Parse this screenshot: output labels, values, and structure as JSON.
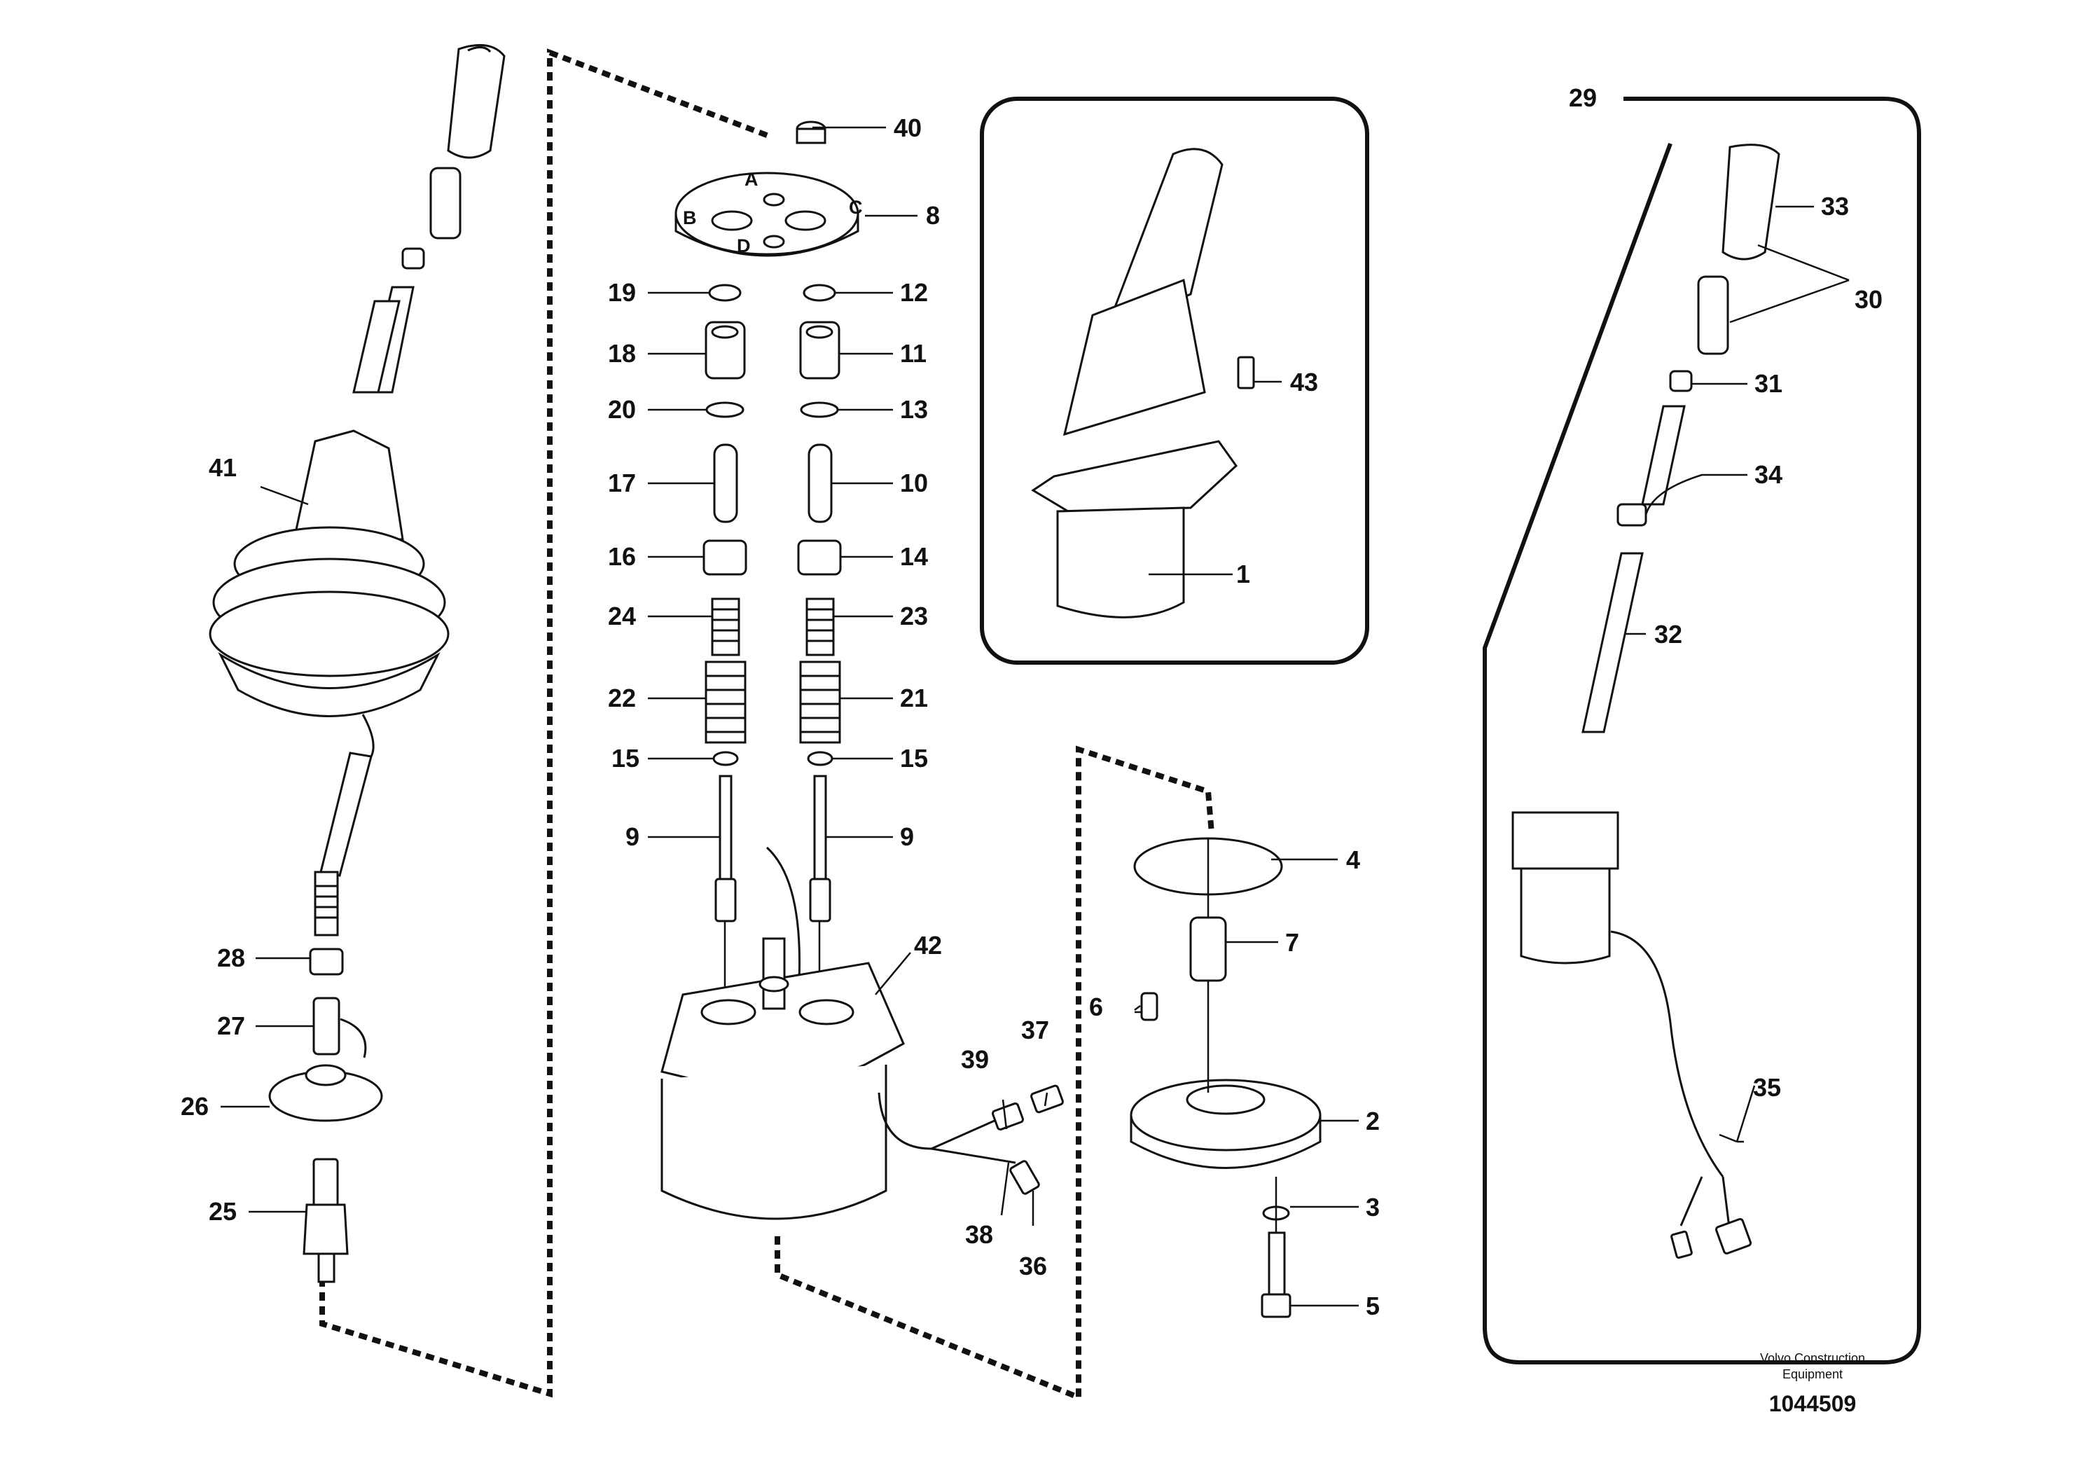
{
  "figure_id": "1044509",
  "footer": {
    "line1": "Volvo Construction",
    "line2": "Equipment"
  },
  "plate_letters": {
    "a": "A",
    "b": "B",
    "c": "C",
    "d": "D"
  },
  "callouts": {
    "p1": "1",
    "p2": "2",
    "p3": "3",
    "p4": "4",
    "p5": "5",
    "p6": "6",
    "p7": "7",
    "p8": "8",
    "p9a": "9",
    "p9b": "9",
    "p10": "10",
    "p11": "11",
    "p12": "12",
    "p13": "13",
    "p14": "14",
    "p15a": "15",
    "p15b": "15",
    "p16": "16",
    "p17": "17",
    "p18": "18",
    "p19": "19",
    "p20": "20",
    "p21": "21",
    "p22": "22",
    "p23": "23",
    "p24": "24",
    "p25": "25",
    "p26": "26",
    "p27": "27",
    "p28": "28",
    "p29": "29",
    "p30": "30",
    "p31": "31",
    "p32": "32",
    "p33": "33",
    "p34": "34",
    "p35": "35",
    "p36": "36",
    "p37": "37",
    "p38": "38",
    "p39": "39",
    "p40": "40",
    "p41": "41",
    "p42": "42",
    "p43": "43"
  }
}
